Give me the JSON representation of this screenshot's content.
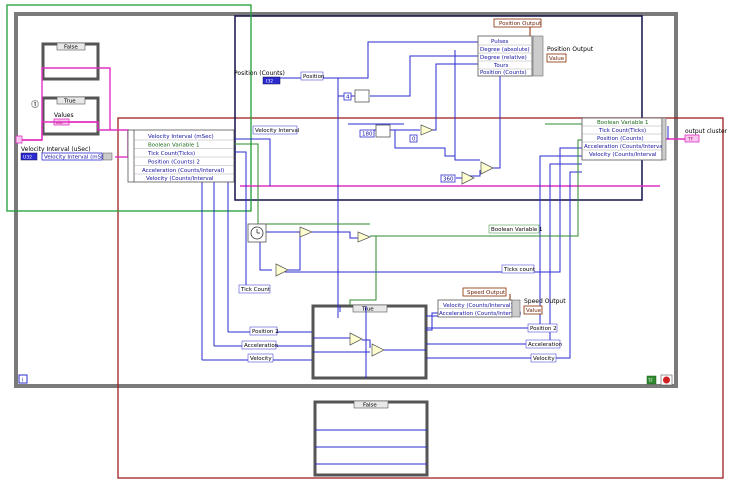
{
  "frames": {
    "false_case_top": {
      "selector": "False"
    },
    "true_case_top": {
      "selector": "True"
    },
    "true_case_speed": {
      "selector": "True"
    },
    "false_case_bottom": {
      "selector": "False"
    }
  },
  "labels": {
    "values": "Values",
    "velocity_interval_usec": "Velocity Interval (uSec)",
    "position_counts": "Position (Counts)",
    "position_output": "Position Output",
    "speed_output": "Speed Output",
    "output_cluster": "output cluster"
  },
  "terminals": {
    "pos_output_ref": "Position Output",
    "pos_output_prop": "Value",
    "speed_output_ref": "Speed Output",
    "speed_output_prop": "Value",
    "output_cluster_tf": "TF",
    "ctl_u32": "U32",
    "ctl_i32": "I32",
    "ctl_tf": "TF",
    "loop_index": "i",
    "stop_terminal": "TF"
  },
  "constants": {
    "c4": "4",
    "c180": "180",
    "c0": "0",
    "c360": "360"
  },
  "bundle_in": {
    "items": [
      "Velocity Interval (mSec)",
      "Boolean Variable 1",
      "Tick Count(Ticks)",
      "Position (Counts) 2",
      "Acceleration (Counts/Interval)",
      "Velocity (Counts/Interval"
    ]
  },
  "position_cluster": {
    "items": [
      "Pulses",
      "Degree (absolute)",
      "Degree (relative)",
      "Tours",
      "Position (Counts)"
    ]
  },
  "out_cluster": {
    "items": [
      "Boolean Variable 1",
      "Tick Count(Ticks)",
      "Position (Counts)",
      "Acceleration (Counts/Interval)",
      "Velocity (Counts/Interval"
    ]
  },
  "speed_cluster": {
    "items": [
      "Velocity (Counts/Interval)",
      "Acceleration (Counts/Interval)"
    ]
  },
  "wire_labels": {
    "velocity_interval_in": "Velocity Interval (mSec)",
    "velocity_interval": "Velocity Interval",
    "position": "Position",
    "boolean_variable_1": "Boolean Variable 1",
    "ticks_count": "Ticks count",
    "tick_count": "Tick Count",
    "position_2_left": "Position 2",
    "acceleration_left": "Acceleration",
    "velocity_left": "Velocity",
    "position_2_right": "Position 2",
    "acceleration_right": "Acceleration",
    "velocity_right": "Velocity"
  },
  "colors": {
    "loop_border": "#7a7a7a",
    "green_box": "#1f9e3a",
    "navy_box": "#10104a",
    "red_box": "#a02020",
    "numeric_wire": "#2b2bd0",
    "bool_wire": "#2f8a2f",
    "cluster_wire": "#e030c0",
    "ref_wire": "#8a2a00"
  }
}
